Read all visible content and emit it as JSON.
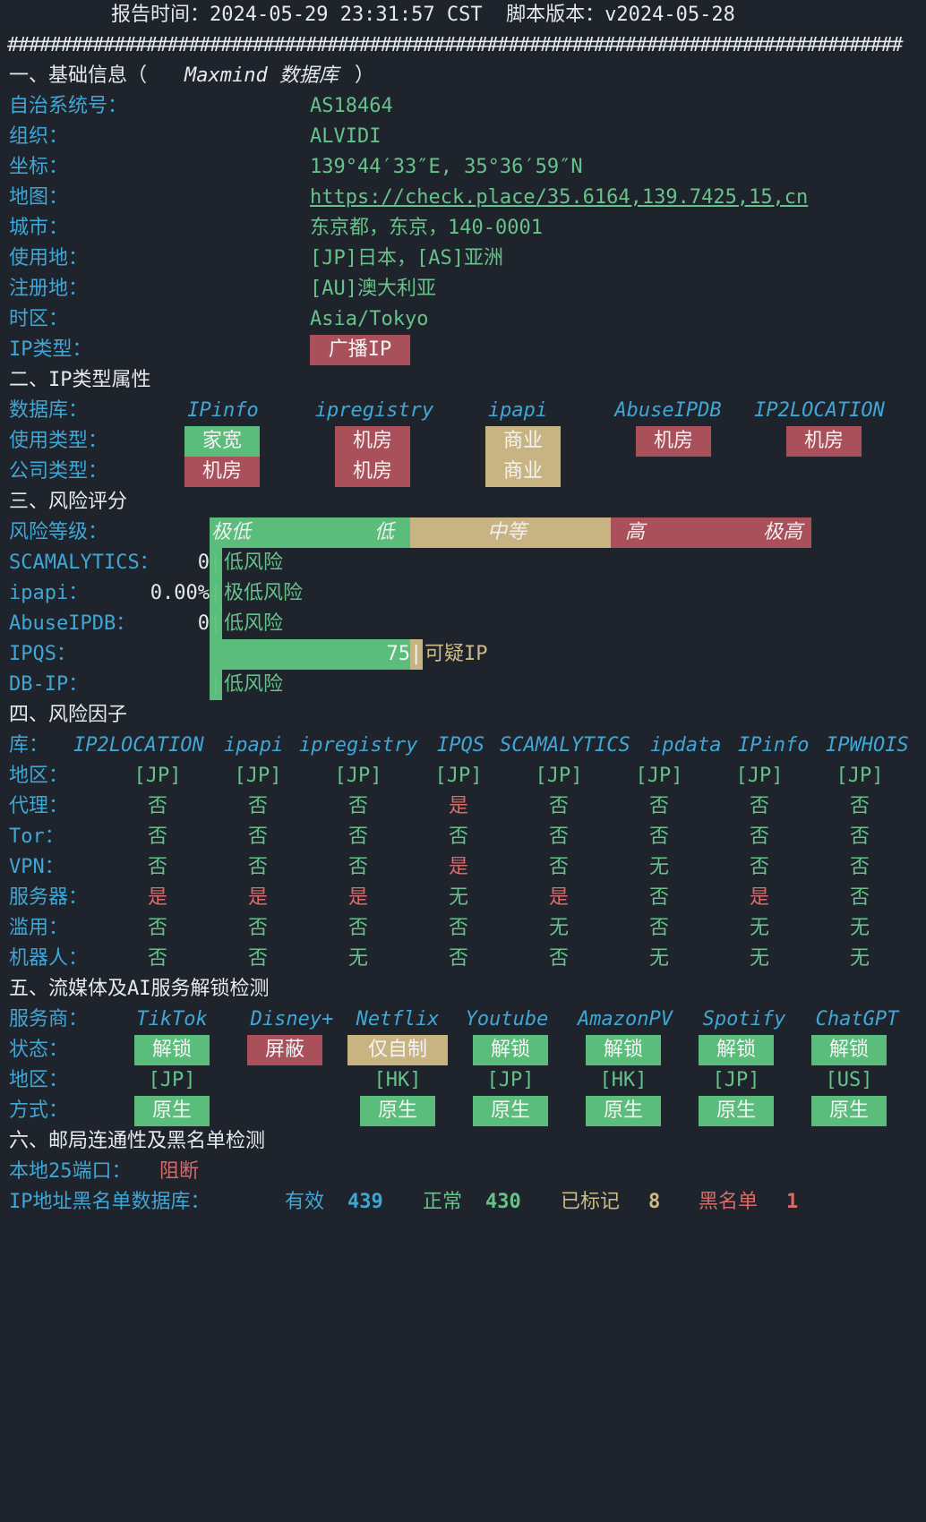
{
  "header": {
    "text": "报告时间：2024-05-29 23:31:57 CST  脚本版本：v2024-05-28"
  },
  "separator": "####################################################################################",
  "s1": {
    "title_pre": "一、基础信息（",
    "title_mid": "Maxmind 数据库",
    "title_post": "）",
    "asn_label": "自治系统号：",
    "asn": "AS18464",
    "org_label": "组织：",
    "org": "ALVIDI",
    "coord_label": "坐标：",
    "coord": "139°44′33″E, 35°36′59″N",
    "map_label": "地图：",
    "map": "https://check.place/35.6164,139.7425,15,cn",
    "city_label": "城市：",
    "city": "东京都，东京，140-0001",
    "use_label": "使用地：",
    "use": "[JP]日本，[AS]亚洲",
    "reg_label": "注册地：",
    "reg": "[AU]澳大利亚",
    "tz_label": "时区：",
    "tz": "Asia/Tokyo",
    "iptype_label": "IP类型：",
    "iptype": "广播IP"
  },
  "s2": {
    "title": "二、IP类型属性",
    "db_label": "数据库：",
    "dbs": [
      "IPinfo",
      "ipregistry",
      "ipapi",
      "AbuseIPDB",
      "IP2LOCATION"
    ],
    "usage_label": "使用类型：",
    "usage": [
      "家宽",
      "机房",
      "商业",
      "机房",
      "机房"
    ],
    "company_label": "公司类型：",
    "company": [
      "机房",
      "机房",
      "商业"
    ]
  },
  "s3": {
    "title": "三、风险评分",
    "level_label": "风险等级：",
    "levels": [
      "极低",
      "低",
      "中等",
      "高",
      "极高"
    ],
    "scores": [
      {
        "label": "SCAMALYTICS：",
        "value": "0",
        "verdict": "低风险",
        "pct": 0
      },
      {
        "label": "ipapi：",
        "value": "0.00%",
        "verdict": "极低风险",
        "pct": 0
      },
      {
        "label": "AbuseIPDB：",
        "value": "0",
        "verdict": "低风险",
        "pct": 0
      },
      {
        "label": "IPQS：",
        "value": "75",
        "verdict": "可疑IP",
        "pct": 75
      },
      {
        "label": "DB-IP：",
        "value": "",
        "verdict": "低风险",
        "pct": 0
      }
    ]
  },
  "s4": {
    "title": "四、风险因子",
    "lib_label": "库：",
    "libs": [
      "IP2LOCATION",
      "ipapi",
      "ipregistry",
      "IPQS",
      "SCAMALYTICS",
      "ipdata",
      "IPinfo",
      "IPWHOIS"
    ],
    "rows": [
      {
        "label": "地区：",
        "values": [
          "[JP]",
          "[JP]",
          "[JP]",
          "[JP]",
          "[JP]",
          "[JP]",
          "[JP]",
          "[JP]"
        ]
      },
      {
        "label": "代理：",
        "values": [
          "否",
          "否",
          "否",
          "是",
          "否",
          "否",
          "否",
          "否"
        ]
      },
      {
        "label": "Tor：",
        "values": [
          "否",
          "否",
          "否",
          "否",
          "否",
          "否",
          "否",
          "否"
        ]
      },
      {
        "label": "VPN：",
        "values": [
          "否",
          "否",
          "否",
          "是",
          "否",
          "无",
          "否",
          "否"
        ]
      },
      {
        "label": "服务器：",
        "values": [
          "是",
          "是",
          "是",
          "无",
          "是",
          "否",
          "是",
          "否"
        ]
      },
      {
        "label": "滥用：",
        "values": [
          "否",
          "否",
          "否",
          "否",
          "无",
          "否",
          "无",
          "无"
        ]
      },
      {
        "label": "机器人：",
        "values": [
          "否",
          "否",
          "无",
          "否",
          "否",
          "无",
          "无",
          "无"
        ]
      }
    ]
  },
  "s5": {
    "title": "五、流媒体及AI服务解锁检测",
    "svc_label": "服务商：",
    "services": [
      "TikTok",
      "Disney+",
      "Netflix",
      "Youtube",
      "AmazonPV",
      "Spotify",
      "ChatGPT"
    ],
    "status_label": "状态：",
    "status": [
      "解锁",
      "屏蔽",
      "仅自制",
      "解锁",
      "解锁",
      "解锁",
      "解锁"
    ],
    "region_label": "地区：",
    "region": [
      "[JP]",
      "",
      "[HK]",
      "[JP]",
      "[HK]",
      "[JP]",
      "[US]"
    ],
    "method_label": "方式：",
    "method": [
      "原生",
      "",
      "原生",
      "原生",
      "原生",
      "原生",
      "原生"
    ]
  },
  "s6": {
    "title": "六、邮局连通性及黑名单检测",
    "port_label": "本地25端口：",
    "port": "阻断",
    "bl_label": "IP地址黑名单数据库：",
    "valid_label": "有效",
    "valid": "439",
    "normal_label": "正常",
    "normal": "430",
    "marked_label": "已标记",
    "marked": "8",
    "black_label": "黑名单",
    "black": "1"
  },
  "colors": {
    "green": "#5bbd7b",
    "red": "#a9505b",
    "yellow": "#c8b383",
    "cyan": "#3fa7d6",
    "bg": "#1f232b"
  }
}
